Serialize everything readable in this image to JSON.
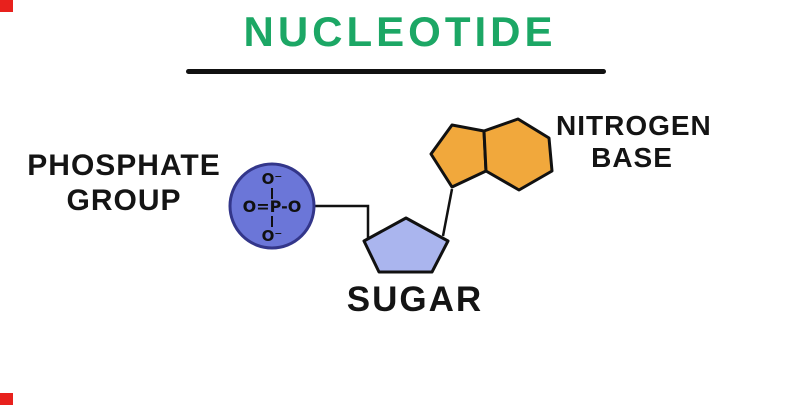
{
  "title": {
    "text": "NUCLEOTIDE"
  },
  "labels": {
    "phosphate_line1": "PHOSPHATE",
    "phosphate_line2": "GROUP",
    "sugar": "SUGAR",
    "nitrogen_line1": "NITROGEN",
    "nitrogen_line2": "BASE"
  },
  "phosphate_chemistry": {
    "top_oxygen": "O⁻",
    "middle_row": "O=P-O",
    "bottom_oxygen": "O⁻"
  },
  "colors": {
    "title": "#1ca765",
    "text": "#141414",
    "outline": "#111111",
    "phosphate_fill": "#6b76d8",
    "phosphate_stroke": "#33368a",
    "sugar_fill": "#aab5ee",
    "base_fill": "#f1a83c",
    "corner_mark": "#e8211d"
  }
}
